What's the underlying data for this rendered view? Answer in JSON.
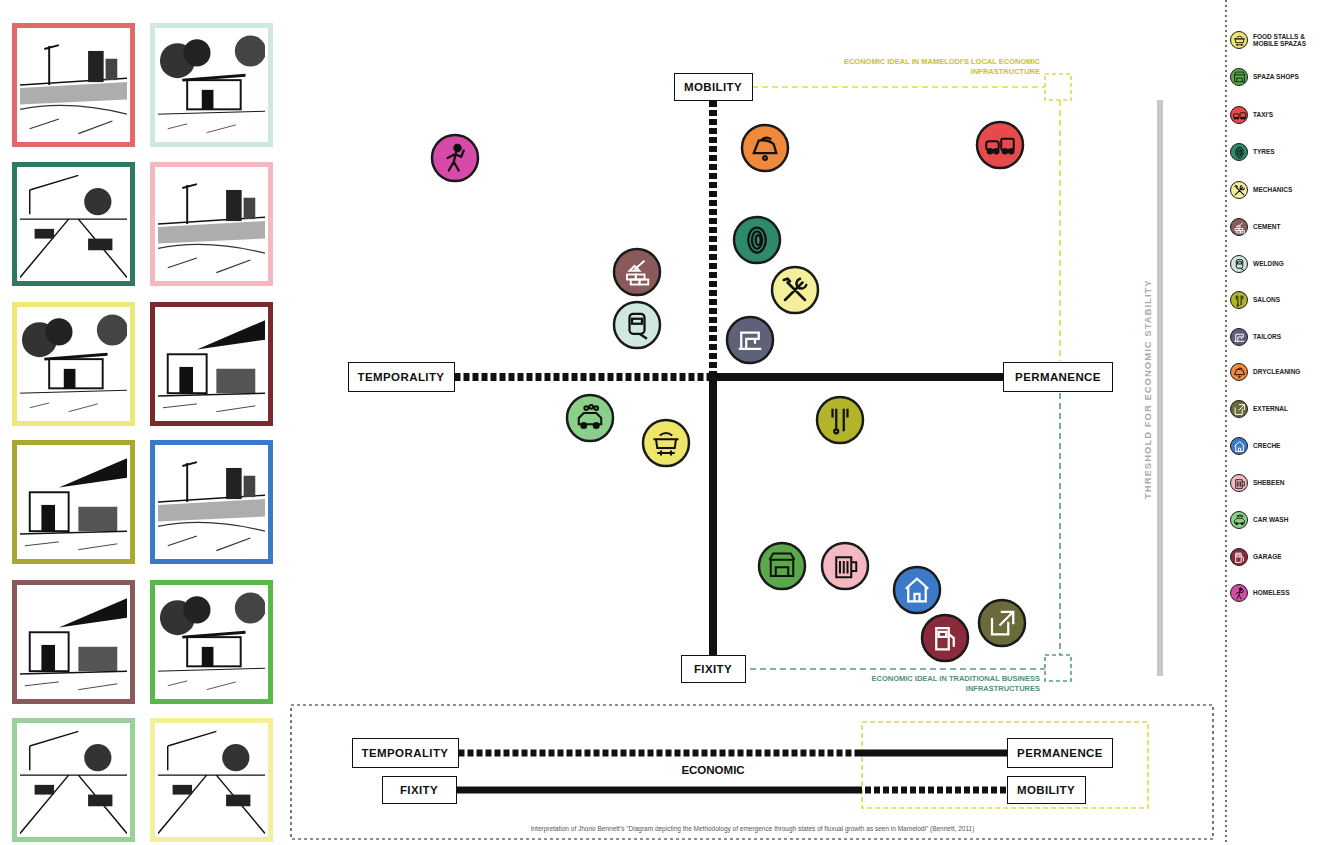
{
  "diagram": {
    "caption": "Interpretation of Jhono Bennett's \"Diagram depicting the Methodology of emergence through states of fluxual growth as seen in Mamelodi\" (Bennett, 2011)",
    "nodes": [
      {
        "text": [
          "MOBILITY"
        ]
      },
      {
        "text": [
          "TEMPORALITY"
        ]
      },
      {
        "text": [
          "PERMANENCE"
        ]
      },
      {
        "text": [
          "FIXITY"
        ]
      },
      {
        "text": [
          "TEMPORALITY"
        ]
      },
      {
        "text": [
          "PERMANENCE"
        ]
      },
      {
        "text": [
          "FIXITY"
        ]
      },
      {
        "text": [
          "MOBILITY"
        ]
      }
    ],
    "edges": [
      {
        "from": 0,
        "to": 3,
        "arrow": "none"
      },
      {
        "from": 1,
        "to": 2,
        "arrow": "none"
      },
      {
        "from": 4,
        "to": 5,
        "arrow": "none"
      },
      {
        "from": 6,
        "to": 7,
        "arrow": "none"
      }
    ],
    "labels": [
      "ECONOMIC IDEAL IN MAMELODI'S LOCAL ECONOMIC INFRASTRUCTURE",
      "ECONOMIC IDEAL IN TRADITIONAL BUSINESS INFRASTRUCTURES",
      "THRESHOLD FOR ECONOMIC STABILITY",
      "ECONOMIC"
    ],
    "legend": [
      {
        "text": "FOOD STALLS & MOBILE SPAZAS",
        "color": "#eee66a"
      },
      {
        "text": "SPAZA SHOPS",
        "color": "#5aa84a"
      },
      {
        "text": "TAXI'S",
        "color": "#e8494a"
      },
      {
        "text": "TYRES",
        "color": "#2f8a6a"
      },
      {
        "text": "MECHANICS",
        "color": "#f3ef9a"
      },
      {
        "text": "CEMENT",
        "color": "#8a5a5a"
      },
      {
        "text": "WELDING",
        "color": "#cfe8e0"
      },
      {
        "text": "SALONS",
        "color": "#b2b42a"
      },
      {
        "text": "TAILORS",
        "color": "#5e6178"
      },
      {
        "text": "DRYCLEANING",
        "color": "#f08a3a"
      },
      {
        "text": "EXTERNAL",
        "color": "#6a6a3a"
      },
      {
        "text": "CRECHE",
        "color": "#3a7ac8"
      },
      {
        "text": "SHEBEEN",
        "color": "#f4b8c0"
      },
      {
        "text": "CAR WASH",
        "color": "#8ad08a"
      },
      {
        "text": "GARAGE",
        "color": "#8a2a3a"
      },
      {
        "text": "HOMELESS",
        "color": "#d84aa8"
      }
    ]
  }
}
